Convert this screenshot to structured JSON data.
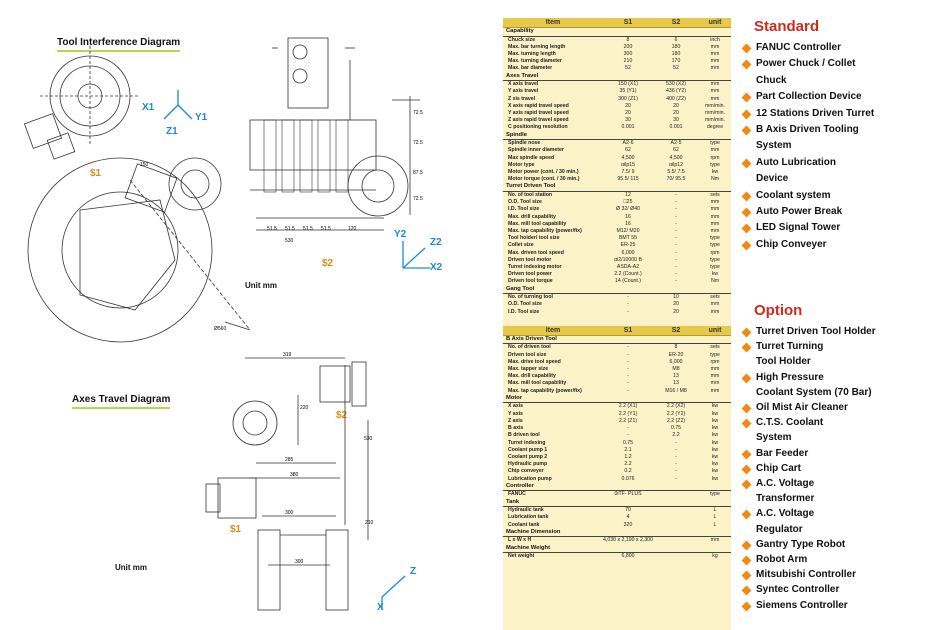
{
  "drawing": {
    "tool_title": "Tool Interference Diagram",
    "axes_title": "Axes Travel Diagram",
    "unit_top": "Unit mm",
    "unit_bottom": "Unit mm",
    "s1_top": "$1",
    "s2_top": "$2",
    "s1_bottom": "$1",
    "s2_bottom": "$2",
    "axis_x1": "X1",
    "axis_y1": "Y1",
    "axis_z1": "Z1",
    "axis_y2": "Y2",
    "axis_z2": "Z2",
    "axis_x2": "X2",
    "axis_z": "Z",
    "axis_x": "X",
    "dims_top": [
      "51.5",
      "51.5",
      "51.5",
      "51.5",
      "120",
      "530",
      "72.5",
      "72.5",
      "87.5",
      "72.5",
      "150",
      "Ø560"
    ],
    "dims_bottom": [
      "319",
      "220",
      "530",
      "285",
      "380",
      "300",
      "210",
      "300"
    ]
  },
  "spec": {
    "header": [
      "Item",
      "S1",
      "S2",
      "unit"
    ],
    "sections": [
      {
        "title": "Capability",
        "rows": [
          [
            "Chuck size",
            "8",
            "6",
            "inch"
          ],
          [
            "Max. bar turning length",
            "200",
            "180",
            "mm"
          ],
          [
            "Max. turning length",
            "300",
            "180",
            "mm"
          ],
          [
            "Max. turning diameter",
            "210",
            "170",
            "mm"
          ],
          [
            "Max. bar diameter",
            "52",
            "52",
            "mm"
          ]
        ]
      },
      {
        "title": "Axes Travel",
        "rows": [
          [
            "X axis travel",
            "150 (X1)",
            "530 (X2)",
            "mm"
          ],
          [
            "Y axis travel",
            "35 (Y1)",
            "436 (Y2)",
            "mm"
          ],
          [
            "Z xis travel",
            "300 (Z1)",
            "400 (Z2)",
            "mm"
          ],
          [
            "X axis rapid travel speed",
            "20",
            "20",
            "mm/min."
          ],
          [
            "Y axis rapid travel speed",
            "20",
            "20",
            "mm/min."
          ],
          [
            "Z axis rapid travel speed",
            "30",
            "30",
            "mm/min."
          ],
          [
            "C positioning resolution",
            "0.001",
            "0.001",
            "degree"
          ]
        ]
      },
      {
        "title": "Spindle",
        "rows": [
          [
            "Spindle nose",
            "A2-6",
            "A2-5",
            "type"
          ],
          [
            "Spindle inner diameter",
            "62",
            "62",
            "mm"
          ],
          [
            "Max spindle speed",
            "4,500",
            "4,500",
            "rpm"
          ],
          [
            "Motor type",
            "αilp15",
            "αilp12",
            "type"
          ],
          [
            "Motor power (cont. / 30 min.)",
            "7.5/ 9",
            "5.5/ 7.5",
            "kw"
          ],
          [
            "Motor torque (cont. / 30 min.)",
            "95.5/ 115",
            "70/ 95.5",
            "Nm"
          ]
        ]
      },
      {
        "title": "Turret Driven Tool",
        "rows": [
          [
            "No. of tool station",
            "12",
            "-",
            "sets"
          ],
          [
            "O.D. Tool size",
            "□25",
            "-",
            "mm"
          ],
          [
            "I.D. Tool size",
            "Ø 32/ Ø40",
            "-",
            "mm"
          ],
          [
            "Max. drill capability",
            "16",
            "-",
            "mm"
          ],
          [
            "Max. mill tool capability",
            "16",
            "-",
            "mm"
          ],
          [
            "Max. tap capability (power/fix)",
            "M12/ M20",
            "-",
            "mm"
          ],
          [
            "Tool holder/ tool size",
            "BMT 55",
            "-",
            "type"
          ],
          [
            "Collet size",
            "ER-25",
            "-",
            "type"
          ],
          [
            "Max. driven tool speed",
            "6,000",
            "-",
            "rpm"
          ],
          [
            "Driven tool motor",
            "αi2/10000 B",
            "-",
            "type"
          ],
          [
            "Turret indexing motor",
            "ASDA-A2",
            "-",
            "type"
          ],
          [
            "Driven tool power",
            "2.2 (Count.)",
            "-",
            "kw"
          ],
          [
            "Driven tool torque",
            "14 (Count.)",
            "-",
            "Nm"
          ]
        ]
      },
      {
        "title": "Gang Tool",
        "rows": [
          [
            "No. of turning tool",
            "-",
            "10",
            "sets"
          ],
          [
            "O.D. Tool size",
            "-",
            "20",
            "mm"
          ],
          [
            "I.D. Tool size",
            "-",
            "20",
            "mm"
          ]
        ]
      }
    ],
    "sections2": [
      {
        "title": "B Axis Driven Tool",
        "rows": [
          [
            "No. of driven tool",
            "-",
            "8",
            "sets"
          ],
          [
            "Driven tool size",
            "-",
            "ER-20",
            "type"
          ],
          [
            "Max. drive tool speed",
            "-",
            "6,000",
            "rpm"
          ],
          [
            "Max. tapper size",
            "-",
            "M8",
            "mm"
          ],
          [
            "Max. drill capability",
            "-",
            "13",
            "mm"
          ],
          [
            "Max. mill tool capability",
            "-",
            "13",
            "mm"
          ],
          [
            "Max. tap capability (power/fix)",
            "-",
            "M16 / M8",
            "mm"
          ]
        ]
      },
      {
        "title": "Motor",
        "rows": [
          [
            "X axis",
            "2.2 (X1)",
            "2.2 (X2)",
            "kw"
          ],
          [
            "Y axis",
            "2.2 (Y1)",
            "2.2 (Y2)",
            "kw"
          ],
          [
            "Z axis",
            "2.2 (Z1)",
            "2.2 (Z2)",
            "kw"
          ],
          [
            "B axis",
            "-",
            "0.75",
            "kw"
          ],
          [
            "B driven tool",
            "-",
            "2.2",
            "kw"
          ],
          [
            "Turret indexing",
            "0.75",
            "-",
            "kw"
          ],
          [
            "Coolant pump 1",
            "2.1",
            "-",
            "kw"
          ],
          [
            "Coolant pump 2",
            "1.2",
            "-",
            "kw"
          ],
          [
            "Hydraulic pump",
            "2.2",
            "-",
            "kw"
          ],
          [
            "Chip conveyer",
            "0.2",
            "-",
            "kw"
          ],
          [
            "Lubrication pump",
            "0.076",
            "-",
            "kw"
          ]
        ]
      },
      {
        "title": "Controller",
        "rows": [
          [
            "FANUC",
            "0iTF- PLUS",
            "",
            "type"
          ]
        ]
      },
      {
        "title": "Tank",
        "rows": [
          [
            "Hydraulic tank",
            "70",
            "",
            "L"
          ],
          [
            "Lubrication tank",
            "4",
            "",
            "L"
          ],
          [
            "Coolant tank",
            "320",
            "",
            "L"
          ]
        ]
      },
      {
        "title": "Machine Dimension",
        "rows": [
          [
            "L x W x H",
            "4,030 x 2,190 x 2,300",
            "",
            "mm"
          ]
        ]
      },
      {
        "title": "Machine Weight",
        "rows": [
          [
            "Net weight",
            "6,800",
            "",
            "kg"
          ]
        ]
      }
    ]
  },
  "standard": {
    "title": "Standard",
    "items": [
      [
        "FANUC Controller"
      ],
      [
        "Power Chuck / Collet",
        "Chuck"
      ],
      [
        "Part Collection Device"
      ],
      [
        "12 Stations Driven Turret"
      ],
      [
        "B Axis Driven Tooling",
        "System"
      ],
      [
        "Auto Lubrication",
        "Device"
      ],
      [
        "Coolant system"
      ],
      [
        "Auto Power Break"
      ],
      [
        "LED Signal Tower"
      ],
      [
        "Chip Conveyer"
      ]
    ]
  },
  "option": {
    "title": "Option",
    "items": [
      [
        "Turret Driven Tool Holder"
      ],
      [
        "Turret Turning",
        "Tool Holder"
      ],
      [
        "High Pressure",
        "Coolant System (70 Bar)"
      ],
      [
        "Oil Mist Air Cleaner"
      ],
      [
        "C.T.S. Coolant",
        "System"
      ],
      [
        "Bar Feeder"
      ],
      [
        "Chip Cart"
      ],
      [
        "A.C. Voltage",
        "Transformer"
      ],
      [
        "A.C. Voltage",
        "Regulator"
      ],
      [
        "Gantry Type Robot"
      ],
      [
        "Robot Arm"
      ],
      [
        "Mitsubishi Controller"
      ],
      [
        "Syntec Controller"
      ],
      [
        "Siemens Controller"
      ]
    ]
  }
}
